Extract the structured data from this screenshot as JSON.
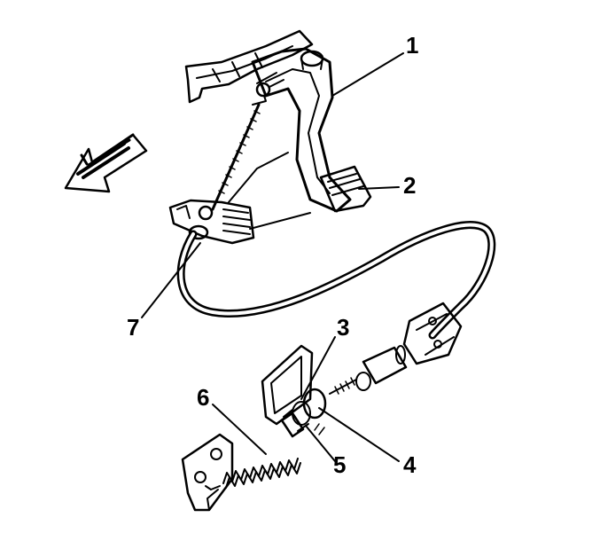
{
  "colors": {
    "ink": "#000000",
    "paper": "#ffffff"
  },
  "callouts": [
    {
      "id": "1",
      "label": "1"
    },
    {
      "id": "2",
      "label": "2"
    },
    {
      "id": "3",
      "label": "3"
    },
    {
      "id": "4",
      "label": "4"
    },
    {
      "id": "5",
      "label": "5"
    },
    {
      "id": "6",
      "label": "6"
    },
    {
      "id": "7",
      "label": "7"
    }
  ]
}
